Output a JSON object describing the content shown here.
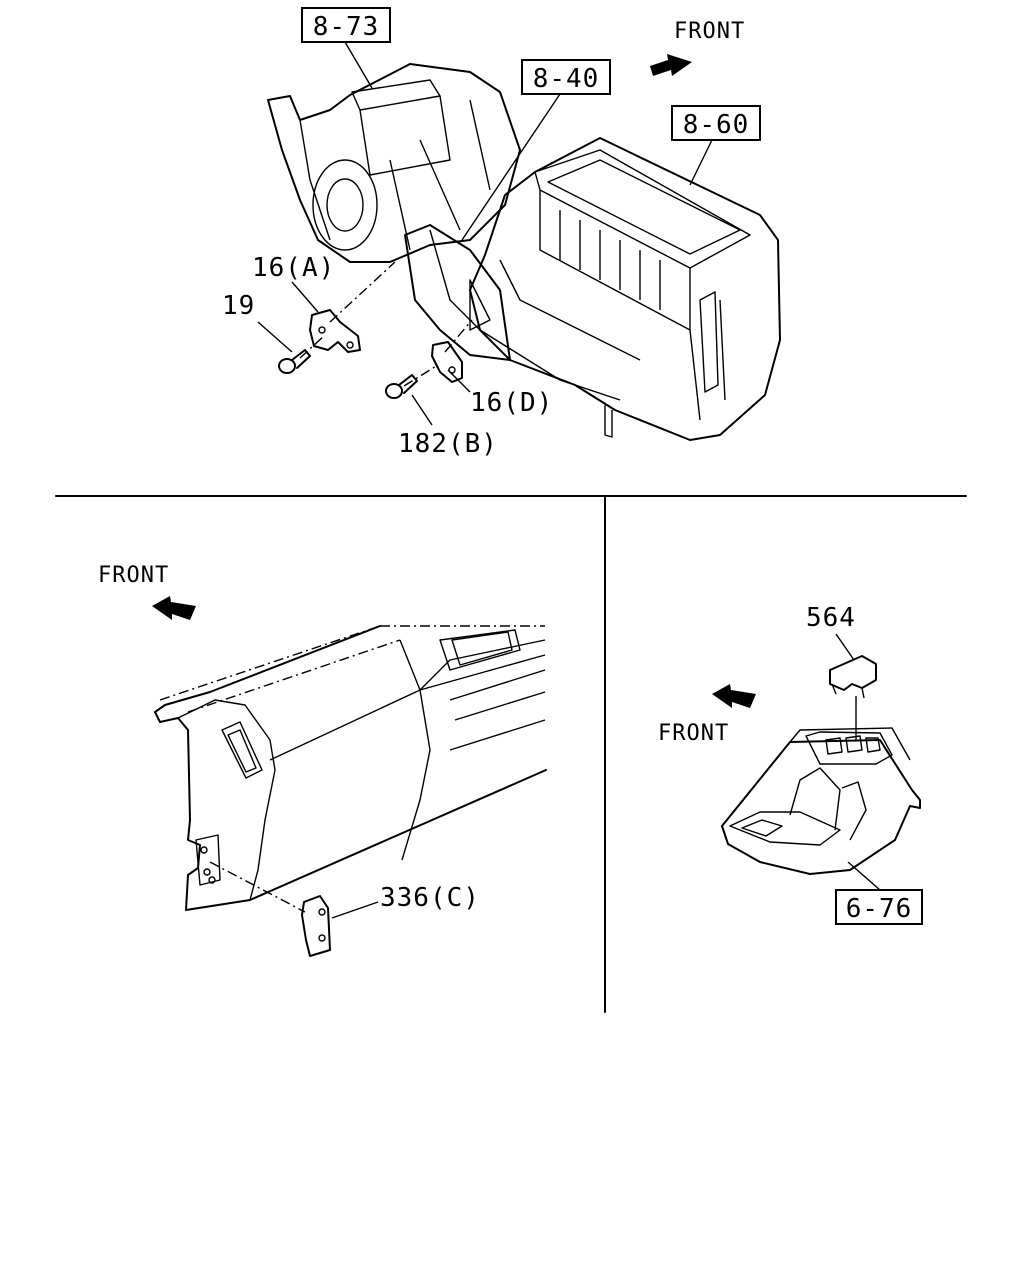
{
  "labels": {
    "ref_8_73": "8-73",
    "ref_8_40": "8-40",
    "ref_8_60": "8-60",
    "ref_6_76": "6-76",
    "part_16a": "16(A)",
    "part_19": "19",
    "part_16d": "16(D)",
    "part_182b": "182(B)",
    "part_336c": "336(C)",
    "part_564": "564",
    "front_top": "FRONT",
    "front_left": "FRONT",
    "front_right": "FRONT"
  },
  "icons": {
    "direction_arrow": "arrow-icon"
  }
}
